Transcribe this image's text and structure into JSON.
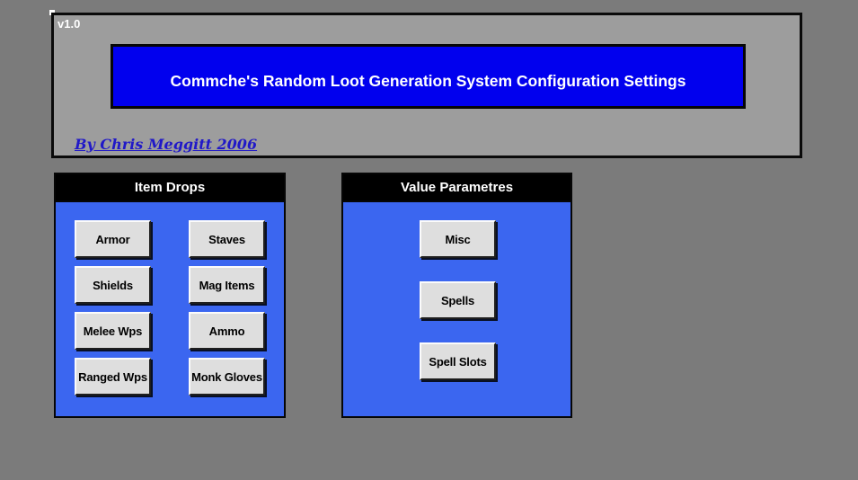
{
  "window": {
    "version_label": "v1.0"
  },
  "banner": {
    "title": "Commche's Random Loot Generation System Configuration Settings"
  },
  "byline": {
    "text": "By Chris Meggitt 2006"
  },
  "item_drops": {
    "title": "Item Drops",
    "buttons": [
      "Armor",
      "Staves",
      "Shields",
      "Mag Items",
      "Melee Wps",
      "Ammo",
      "Ranged Wps",
      "Monk Gloves"
    ]
  },
  "value_parametres": {
    "title": "Value Parametres",
    "buttons": [
      "Misc",
      "Spells",
      "Spell Slots"
    ]
  },
  "colors": {
    "page_background": "#7B7B7B",
    "top_panel_background": "#9D9D9D",
    "banner_blue": "#0100EE",
    "panel_body_blue": "#3B66F0",
    "header_black": "#000000",
    "button_face": "#DEDEDE",
    "byline_blue": "#2018C8",
    "title_text": "#FFFFFF"
  }
}
